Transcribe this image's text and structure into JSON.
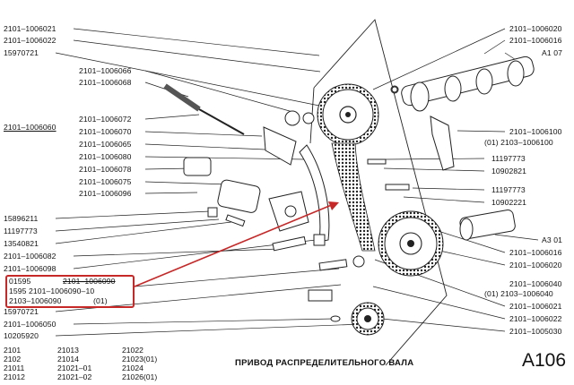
{
  "labels_left": [
    {
      "id": "l1",
      "text": "2101–1006021"
    },
    {
      "id": "l2",
      "text": "2101–1006022"
    },
    {
      "id": "l3",
      "text": "15970721"
    },
    {
      "id": "l4",
      "text": "2101–1006066"
    },
    {
      "id": "l5",
      "text": "2101–1006068"
    },
    {
      "id": "l6",
      "text": "2101–1006072"
    },
    {
      "id": "l7",
      "text": "2101–1006060"
    },
    {
      "id": "l8",
      "text": "2101–1006070"
    },
    {
      "id": "l9",
      "text": "2101–1006065"
    },
    {
      "id": "l10",
      "text": "2101–1006080"
    },
    {
      "id": "l11",
      "text": "2101–1006078"
    },
    {
      "id": "l12",
      "text": "2101–1006075"
    },
    {
      "id": "l13",
      "text": "2101–1006096"
    },
    {
      "id": "l14",
      "text": "15896211"
    },
    {
      "id": "l15",
      "text": "11197773"
    },
    {
      "id": "l16",
      "text": "13540821"
    },
    {
      "id": "l17",
      "text": "2101–1006082"
    },
    {
      "id": "l18",
      "text": "2101–1006098"
    },
    {
      "id": "l19",
      "text": "15970721"
    },
    {
      "id": "l20",
      "text": "2101–1006050"
    },
    {
      "id": "l21",
      "text": "10205920"
    }
  ],
  "labels_right": [
    {
      "id": "r1",
      "text": "2101–1006020"
    },
    {
      "id": "r2",
      "text": "2101–1006016"
    },
    {
      "id": "r3",
      "text": "A1 07"
    },
    {
      "id": "r4",
      "text": "2101–1006100"
    },
    {
      "id": "r5",
      "text": "(01)  2103–1006100"
    },
    {
      "id": "r6",
      "text": "11197773"
    },
    {
      "id": "r7",
      "text": "10902821"
    },
    {
      "id": "r8",
      "text": "11197773"
    },
    {
      "id": "r9",
      "text": "10902221"
    },
    {
      "id": "r10",
      "text": "A3 01"
    },
    {
      "id": "r11",
      "text": "2101–1006016"
    },
    {
      "id": "r12",
      "text": "2101–1006020"
    },
    {
      "id": "r13",
      "text": "2101–1006040"
    },
    {
      "id": "r14",
      "text": "(01)  2103–1006040"
    },
    {
      "id": "r15",
      "text": "2101–1006021"
    },
    {
      "id": "r16",
      "text": "2101–1006022"
    },
    {
      "id": "r17",
      "text": "2101–1005030"
    }
  ],
  "highlight": {
    "row1_a": "01595",
    "row1_b": "2101–1006090",
    "row2": "1595  2101–1006090–10",
    "row3_a": "2103–1006090",
    "row3_b": "(01)"
  },
  "models": {
    "col1": [
      "2101",
      "2102",
      "21011",
      "21012"
    ],
    "col2": [
      "21013",
      "21014",
      "21021–01",
      "21021–02"
    ],
    "col3": [
      "21022",
      "21023(01)",
      "21024",
      "21026(01)"
    ]
  },
  "title": "ПРИВОД РАСПРЕДЕЛИТЕЛЬНОГО ВАЛА",
  "page_code": "A106",
  "colors": {
    "ink": "#111111",
    "highlight": "#c62828"
  }
}
